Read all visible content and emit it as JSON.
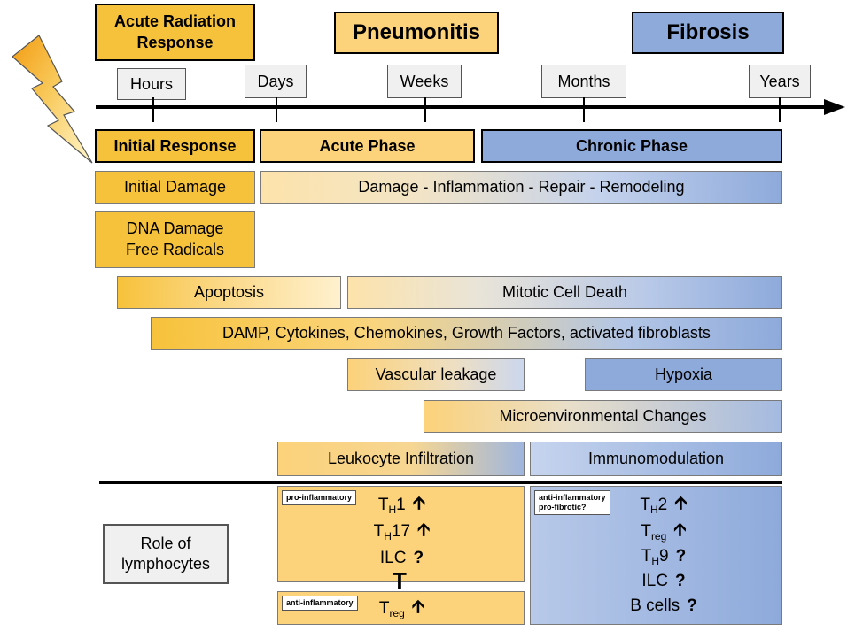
{
  "headers": {
    "acute_radiation_response": "Acute Radiation Response",
    "pneumonitis": "Pneumonitis",
    "fibrosis": "Fibrosis"
  },
  "timeline": {
    "hours": "Hours",
    "days": "Days",
    "weeks": "Weeks",
    "months": "Months",
    "years": "Years"
  },
  "phases": {
    "initial_response": "Initial Response",
    "acute_phase": "Acute Phase",
    "chronic_phase": "Chronic Phase"
  },
  "events": {
    "initial_damage": "Initial Damage",
    "damage_sequence": "Damage - Inflammation - Repair - Remodeling",
    "dna_damage": "DNA Damage",
    "free_radicals": "Free Radicals",
    "apoptosis": "Apoptosis",
    "mitotic_cell_death": "Mitotic Cell Death",
    "damp": "DAMP, Cytokines, Chemokines, Growth Factors, activated fibroblasts",
    "vascular_leakage": "Vascular leakage",
    "hypoxia": "Hypoxia",
    "microenvironmental": "Microenvironmental Changes",
    "leukocyte_infiltration": "Leukocyte Infiltration",
    "immunomodulation": "Immunomodulation"
  },
  "lymphocytes": {
    "role_line1": "Role of",
    "role_line2": "lymphocytes",
    "pro_inflammatory_label": "pro-inflammatory",
    "anti_inflammatory_label": "anti-inflammatory",
    "anti_pro_label_line1": "anti-inflammatory",
    "anti_pro_label_line2": "pro-fibrotic?",
    "th": "T",
    "sub_h": "H",
    "sub_reg": "reg",
    "n1": "1",
    "n17": "17",
    "n2": "2",
    "n9": "9",
    "ilc": "ILC",
    "b_cells": "B cells",
    "up_arrow": "🡩",
    "question": "?",
    "inhibit": "T"
  },
  "colors": {
    "orange": "#fcd27a",
    "orange_strong": "#f7c23b",
    "blue": "#8eaadb",
    "bolt_fill": "#f5a020",
    "bolt_light": "#fff6cc"
  },
  "icons": {
    "lightning": "lightning-bolt-icon",
    "timeline_arrow": "arrow-right-icon"
  }
}
